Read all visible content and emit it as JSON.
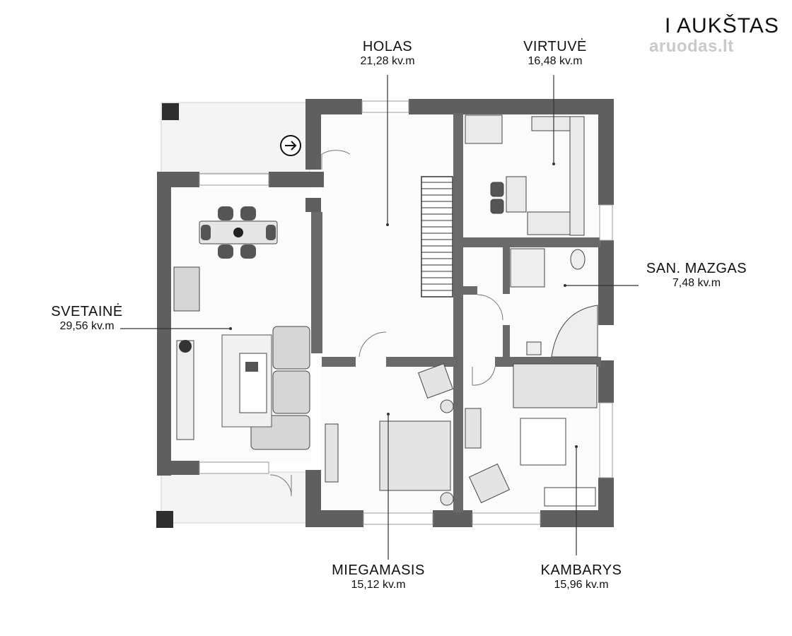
{
  "floor_title": "I AUKŠTAS",
  "watermark": "aruodas.lt",
  "rooms": {
    "holas": {
      "name": "HOLAS",
      "area": "21,28 kv.m"
    },
    "virtuve": {
      "name": "VIRTUVĖ",
      "area": "16,48 kv.m"
    },
    "san_mazgas": {
      "name": "SAN. MAZGAS",
      "area": "7,48 kv.m"
    },
    "svetaine": {
      "name": "SVETAINĖ",
      "area": "29,56 kv.m"
    },
    "miegamasis": {
      "name": "MIEGAMASIS",
      "area": "15,12 kv.m"
    },
    "kambarys": {
      "name": "KAMBARYS",
      "area": "15,96 kv.m"
    }
  },
  "colors": {
    "wall": "#5f5f5f",
    "wall_dark": "#3a3a3a",
    "floor": "#fbfbfb",
    "furniture": "#d9d9d9",
    "line": "#333333"
  },
  "icons": [
    "entrance-arrow-icon"
  ]
}
